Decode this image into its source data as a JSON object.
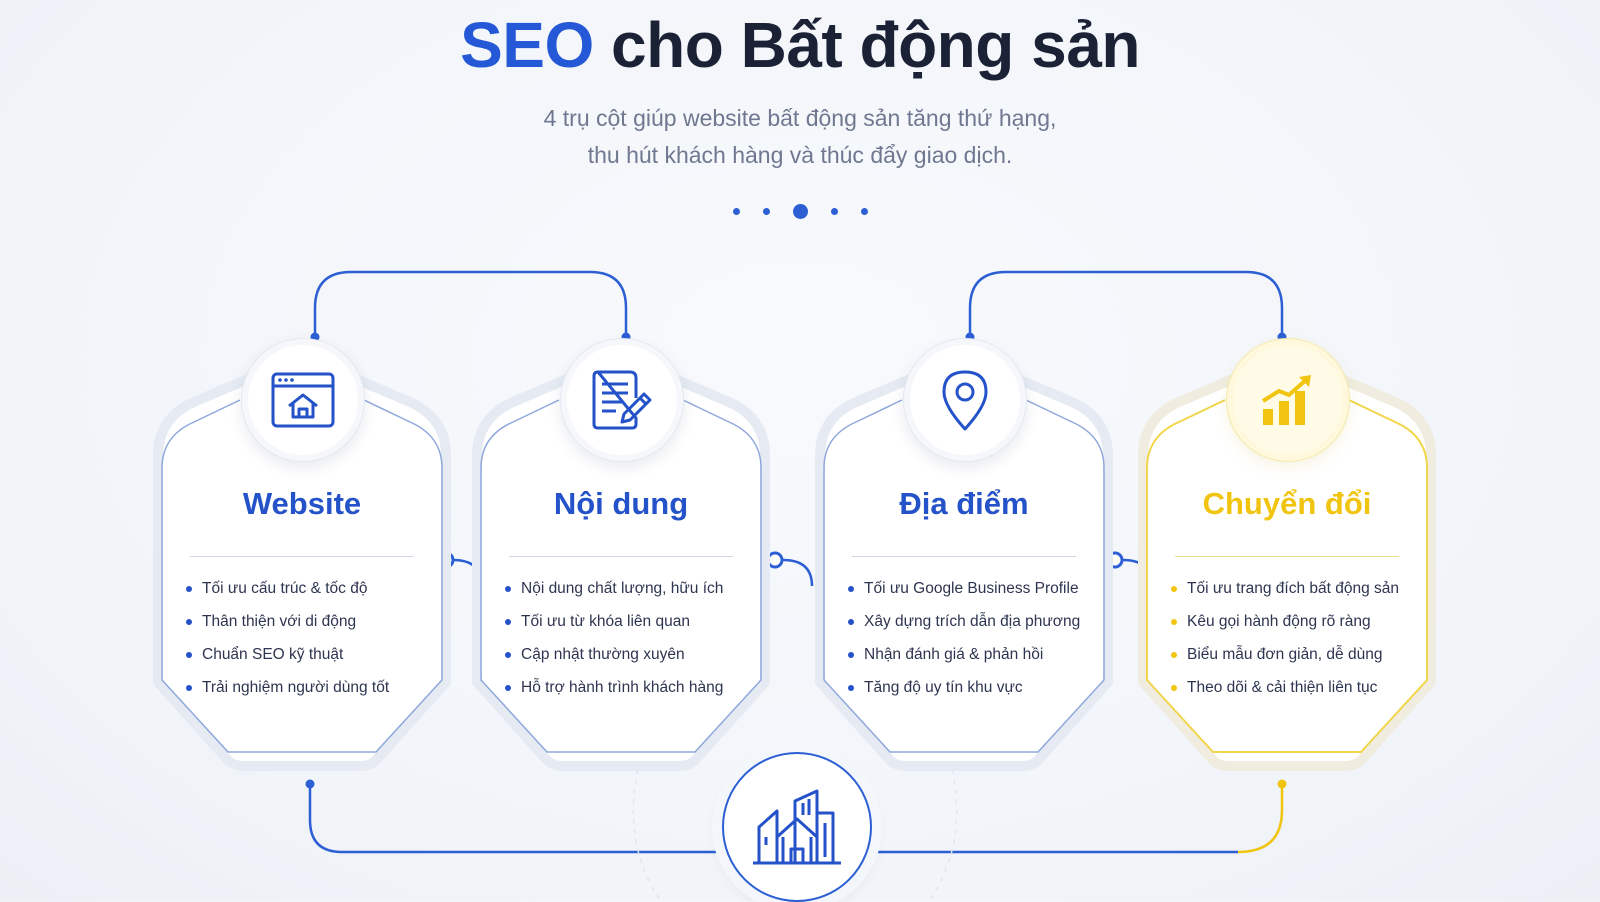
{
  "header": {
    "title_accent": "SEO",
    "title_rest": " cho Bất động sản",
    "subtitle_line1": "4 trụ cột giúp website bất động sản tăng thứ hạng,",
    "subtitle_line2": "thu hút khách hàng và thúc đẩy giao dịch."
  },
  "pagination": {
    "count": 5,
    "active_index": 2
  },
  "pillars": [
    {
      "title": "Website",
      "icon": "browser-home-icon",
      "items": [
        "Tối ưu cấu trúc & tốc độ",
        "Thân thiện với di động",
        "Chuẩn SEO kỹ thuật",
        "Trải nghiệm người dùng tốt"
      ]
    },
    {
      "title": "Nội dung",
      "icon": "document-pen-icon",
      "items": [
        "Nội dung chất lượng, hữu ích",
        "Tối ưu từ khóa liên quan",
        "Cập nhật thường xuyên",
        "Hỗ trợ hành trình khách hàng"
      ]
    },
    {
      "title": "Địa điểm",
      "icon": "location-pin-icon",
      "items": [
        "Tối ưu Google Business Profile",
        "Xây dựng trích dẫn địa phương",
        "Nhận đánh giá & phản hồi",
        "Tăng độ uy tín khu vực"
      ]
    },
    {
      "title": "Chuyển đổi",
      "icon": "growth-chart-icon",
      "items": [
        "Tối ưu trang đích bất động sản",
        "Kêu gọi hành động rõ ràng",
        "Biểu mẫu đơn giản, dễ dùng",
        "Theo dõi & cải thiện liên tục"
      ]
    }
  ],
  "center_icon": "city-buildings-icon",
  "colors": {
    "primary_blue": "#2458d6",
    "accent_yellow": "#f1c40f",
    "text_dark": "#1b2236",
    "text_muted": "#6f7890"
  }
}
